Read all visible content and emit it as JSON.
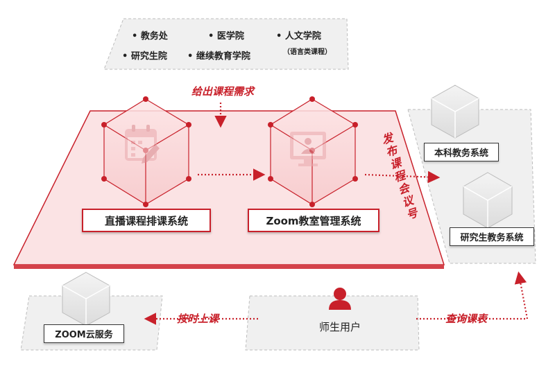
{
  "sources": {
    "items": [
      {
        "label": "教务处"
      },
      {
        "label": "医学院"
      },
      {
        "label": "人文学院"
      },
      {
        "label": "研究生院"
      },
      {
        "label": "继续教育学院"
      }
    ],
    "note": "（语言类课程）"
  },
  "flows": {
    "give_requirements": "给出课程需求",
    "publish_meeting_id": "发布课程会议号",
    "attend_on_time": "按时上课",
    "query_schedule": "查询课表"
  },
  "systems": {
    "live_scheduling": "直播课程排课系统",
    "zoom_classroom": "Zoom教室管理系统",
    "undergrad": "本科教务系统",
    "graduate": "研究生教务系统",
    "zoom_cloud": "ZOOM云服务"
  },
  "users": {
    "label": "师生用户"
  },
  "colors": {
    "accent": "#c8202a",
    "platform_fill": "#fbe3e4",
    "panel_fill": "#f0f0f0"
  },
  "icons": [
    "calendar-edit-icon",
    "monitor-person-icon",
    "user-icon",
    "hexagon-cube-icon"
  ]
}
